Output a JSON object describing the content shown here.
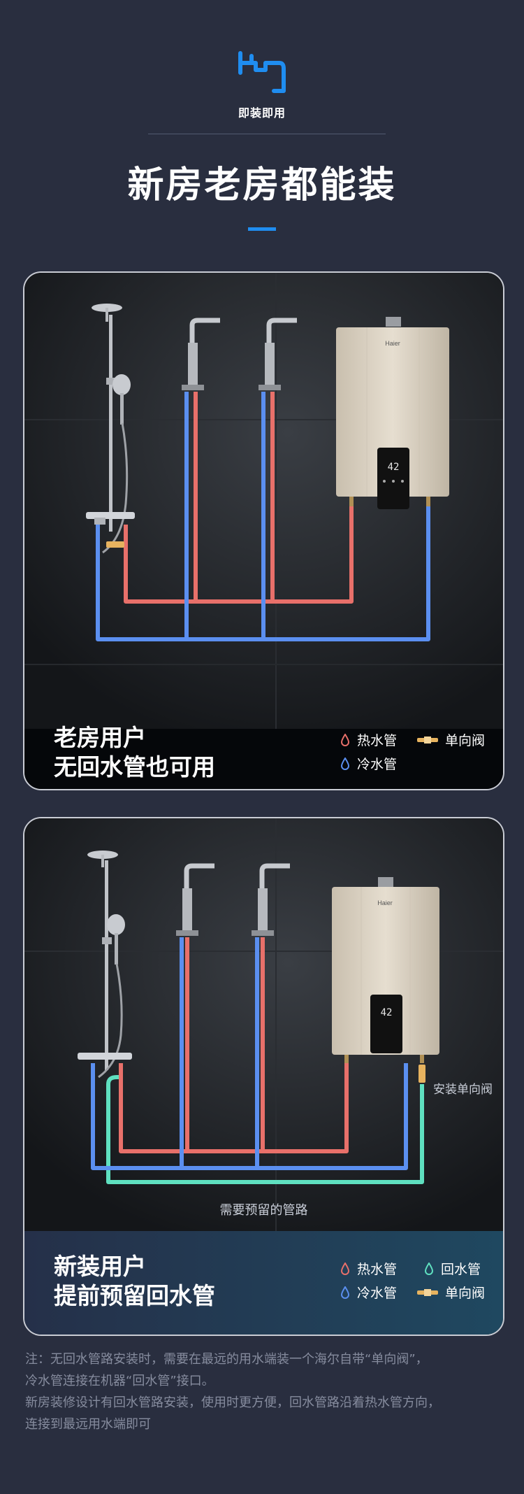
{
  "header": {
    "tag": "即装即用",
    "title": "新房老房都能装",
    "icon": "faucet-pipe-icon",
    "accent_color": "#1f8df0"
  },
  "card1": {
    "caption_line1": "老房用户",
    "caption_line2": "无回水管也可用",
    "legend": {
      "hot": "热水管",
      "valve": "单向阀",
      "cold": "冷水管"
    },
    "heater_brand": "Haier",
    "heater_display": "42"
  },
  "card2": {
    "caption_line1": "新装用户",
    "caption_line2": "提前预留回水管",
    "legend": {
      "hot": "热水管",
      "return": "回水管",
      "cold": "冷水管",
      "valve": "单向阀"
    },
    "valve_label": "安装单向阀",
    "reserve_label": "需要预留的管路",
    "heater_brand": "Haier",
    "heater_display": "42"
  },
  "colors": {
    "hot": "#e8706a",
    "cold": "#5b8ff0",
    "return": "#5fe0c0"
  },
  "note": {
    "line1": "注：无回水管路安装时，需要在最远的用水端装一个海尔自带“单向阀”，",
    "line2": "冷水管连接在机器“回水管”接口。",
    "line3": "新房装修设计有回水管路安装，使用时更方便，回水管路沿着热水管方向，",
    "line4": "连接到最远用水端即可"
  }
}
